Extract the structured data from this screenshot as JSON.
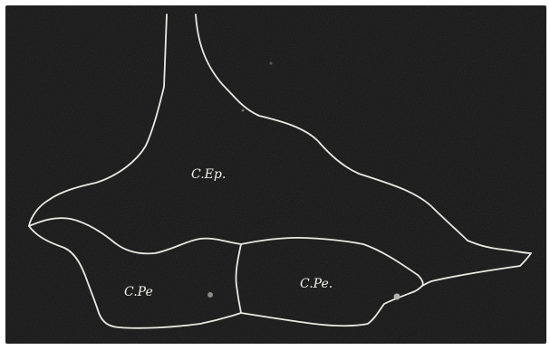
{
  "figure": {
    "background_color": "#141414",
    "line_color": "#e9e9e4",
    "labels": {
      "upper_region": "C.Ep.",
      "lower_left_region": "C.Pe",
      "lower_right_region": "C.Pe."
    }
  }
}
